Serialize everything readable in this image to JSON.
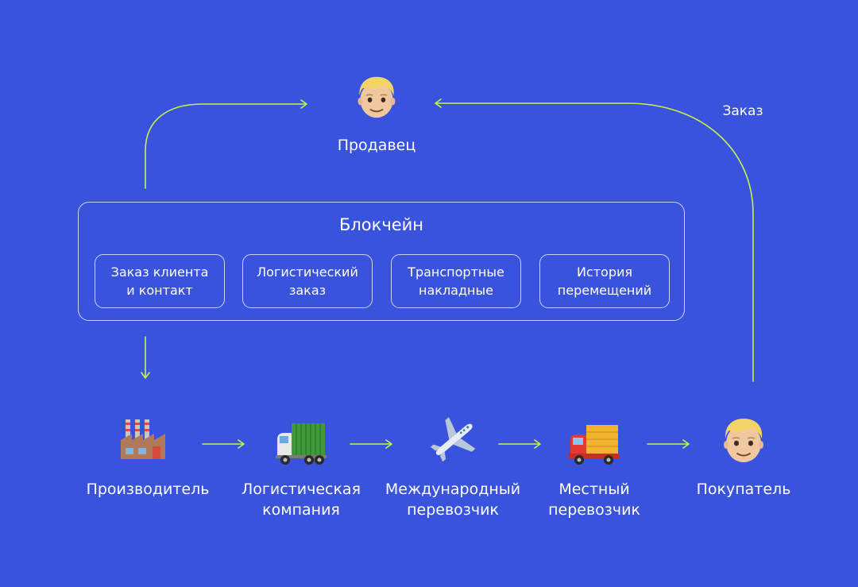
{
  "seller": {
    "label": "Продавец",
    "icon": "man-face-icon"
  },
  "order_label": "Заказ",
  "blockchain": {
    "title": "Блокчейн",
    "items": [
      {
        "label": "Заказ клиента\nи контакт"
      },
      {
        "label": "Логистический\nзаказ"
      },
      {
        "label": "Транспортные\nнакладные"
      },
      {
        "label": "История\nперемещений"
      }
    ]
  },
  "chain": [
    {
      "label": "Производитель",
      "icon": "factory-icon"
    },
    {
      "label": "Логистическая\nкомпания",
      "icon": "green-truck-icon"
    },
    {
      "label": "Международный\nперевозчик",
      "icon": "airplane-icon"
    },
    {
      "label": "Местный\nперевозчик",
      "icon": "delivery-truck-icon"
    },
    {
      "label": "Покупатель",
      "icon": "man-face-icon"
    }
  ],
  "colors": {
    "background": "#3a53dc",
    "arrow": "#c4f44a",
    "text": "#ffffff"
  }
}
